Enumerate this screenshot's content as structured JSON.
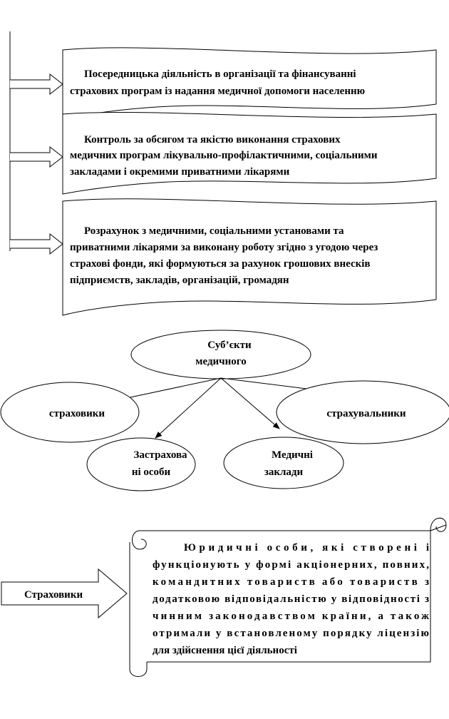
{
  "functions": {
    "items": [
      {
        "lines": [
          "Посередницька діяльність в організації та фінансуванні",
          "страхових програм із надання медичної допомоги населенню"
        ]
      },
      {
        "lines": [
          "Контроль за обсягом та якістю виконання страхових",
          "медичних програм лікувально-профілактичними, соціальними",
          "закладами і окремими приватними лікарями"
        ]
      },
      {
        "lines": [
          "Розрахунок з медичними, соціальними установами та",
          "приватними лікарями за виконану роботу згідно з угодою через",
          "страхові фонди, які формуються за рахунок грошових внесків",
          "підприємств, закладів, організацій, громадян"
        ]
      }
    ]
  },
  "subjects": {
    "center": {
      "line1": "Суб’єкти",
      "line2": "медичного"
    },
    "insurers": "страховики",
    "policyholders": "страхувальники",
    "insured": {
      "line1": "Застрахова",
      "line2": "ні особи"
    },
    "medical": {
      "line1": "Медичні",
      "line2": "заклади"
    }
  },
  "definition": {
    "arrow_label": "Страховики",
    "lines": [
      "Юридичні особи, які створені і",
      "функціонують у формі акціонерних, повних,",
      "командитних товариств або товариств з",
      "додатковою відповідальністю у відповідності з",
      "чинним законодавством країни, а також",
      "отримали у встановленому порядку ліцензію",
      "для здійснення цієї діяльності"
    ]
  }
}
